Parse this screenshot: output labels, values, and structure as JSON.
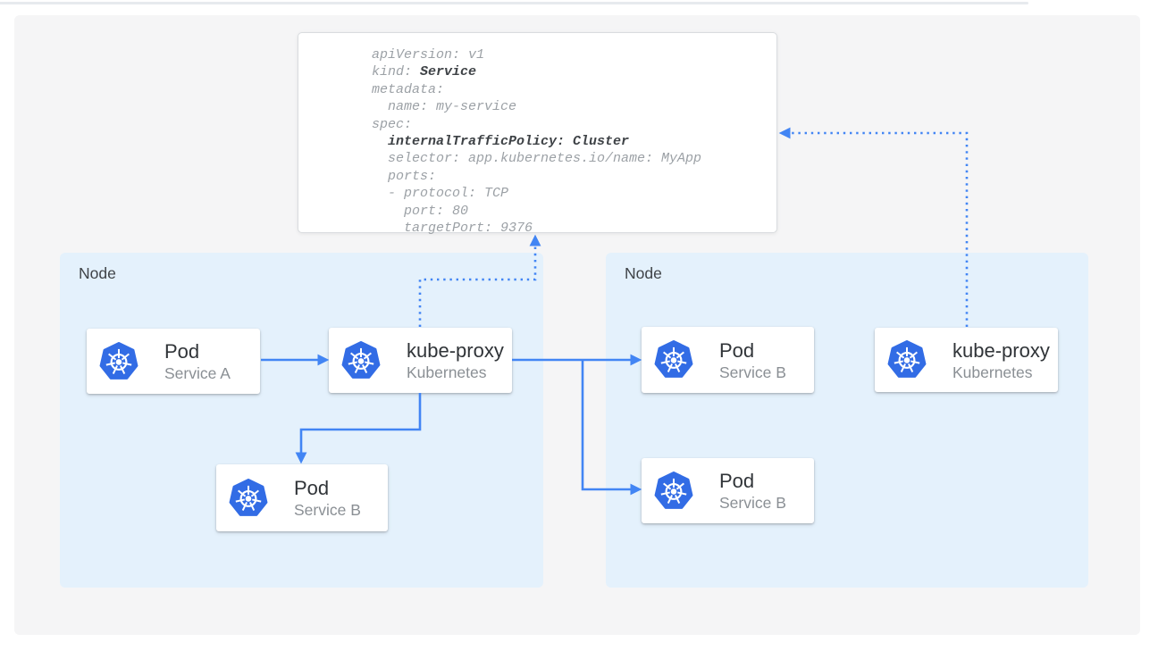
{
  "colors": {
    "arrow_blue": "#4285f4",
    "kubernetes_blue": "#326ce5",
    "node_background": "#e4f1fc",
    "panel_background": "#f5f5f6",
    "code_text": "#9ca1a6",
    "code_bold_text": "#3e4246"
  },
  "code": {
    "lines": [
      [
        {
          "t": "apiVersion: v1",
          "b": false
        }
      ],
      [
        {
          "t": "kind: ",
          "b": false
        },
        {
          "t": "Service",
          "b": true
        }
      ],
      [
        {
          "t": "metadata:",
          "b": false
        }
      ],
      [
        {
          "t": "  name: my-service",
          "b": false
        }
      ],
      [
        {
          "t": "spec:",
          "b": false
        }
      ],
      [
        {
          "t": "  ",
          "b": false
        },
        {
          "t": "internalTrafficPolicy: Cluster",
          "b": true
        }
      ],
      [
        {
          "t": "  selector: app.kubernetes.io/name: MyApp",
          "b": false
        }
      ],
      [
        {
          "t": "  ports:",
          "b": false
        }
      ],
      [
        {
          "t": "  - protocol: TCP",
          "b": false
        }
      ],
      [
        {
          "t": "    port: 80",
          "b": false
        }
      ],
      [
        {
          "t": "    targetPort: 9376",
          "b": false
        }
      ]
    ]
  },
  "nodes": {
    "left": {
      "label": "Node"
    },
    "right": {
      "label": "Node"
    }
  },
  "cards": {
    "pod_a": {
      "title": "Pod",
      "subtitle": "Service A"
    },
    "kube_proxy_left": {
      "title": "kube-proxy",
      "subtitle": "Kubernetes"
    },
    "pod_b_left": {
      "title": "Pod",
      "subtitle": "Service B"
    },
    "pod_b_right_top": {
      "title": "Pod",
      "subtitle": "Service B"
    },
    "pod_b_right_bottom": {
      "title": "Pod",
      "subtitle": "Service B"
    },
    "kube_proxy_right": {
      "title": "kube-proxy",
      "subtitle": "Kubernetes"
    }
  },
  "icons": {
    "kubernetes": "kubernetes-logo"
  }
}
